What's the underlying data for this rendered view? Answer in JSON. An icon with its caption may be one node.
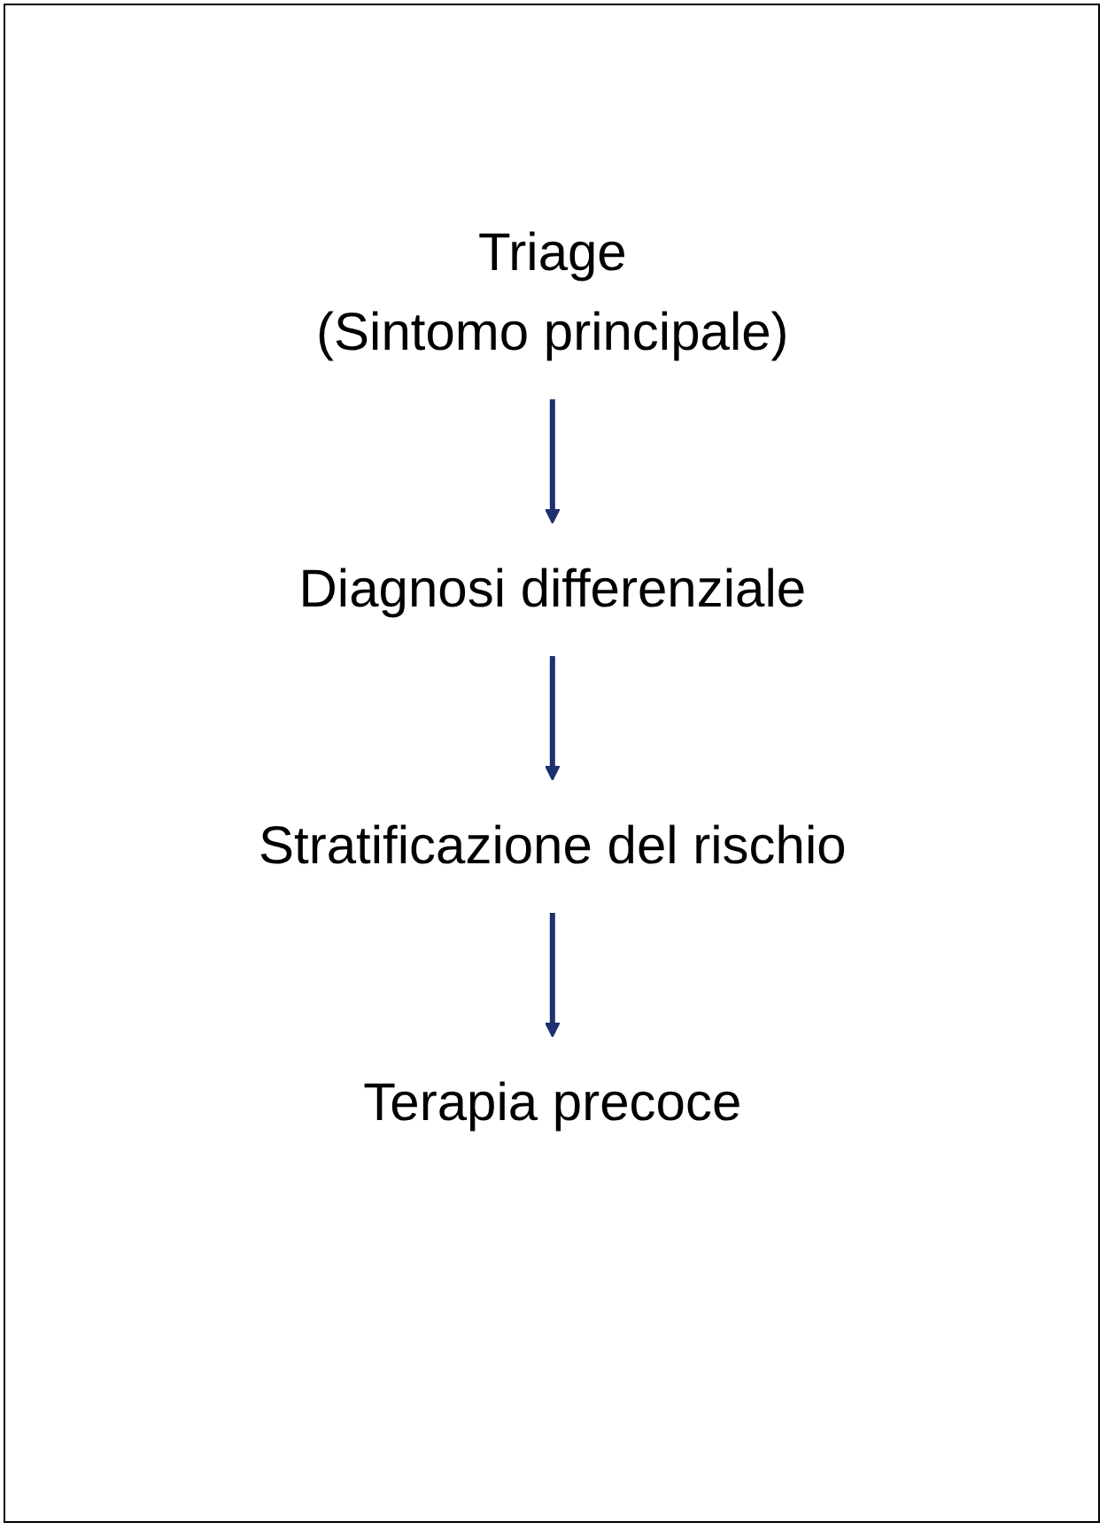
{
  "diagram": {
    "nodes": [
      {
        "text": [
          "Triage",
          "(Sintomo principale)"
        ]
      },
      {
        "text": [
          "Diagnosi differenziale"
        ]
      },
      {
        "text": [
          "Stratificazione del rischio"
        ]
      },
      {
        "text": [
          "Terapia precoce"
        ]
      }
    ],
    "edges": [
      {
        "from": 0,
        "to": 1,
        "arrow": "to"
      },
      {
        "from": 1,
        "to": 2,
        "arrow": "to"
      },
      {
        "from": 2,
        "to": 3,
        "arrow": "to"
      }
    ]
  }
}
